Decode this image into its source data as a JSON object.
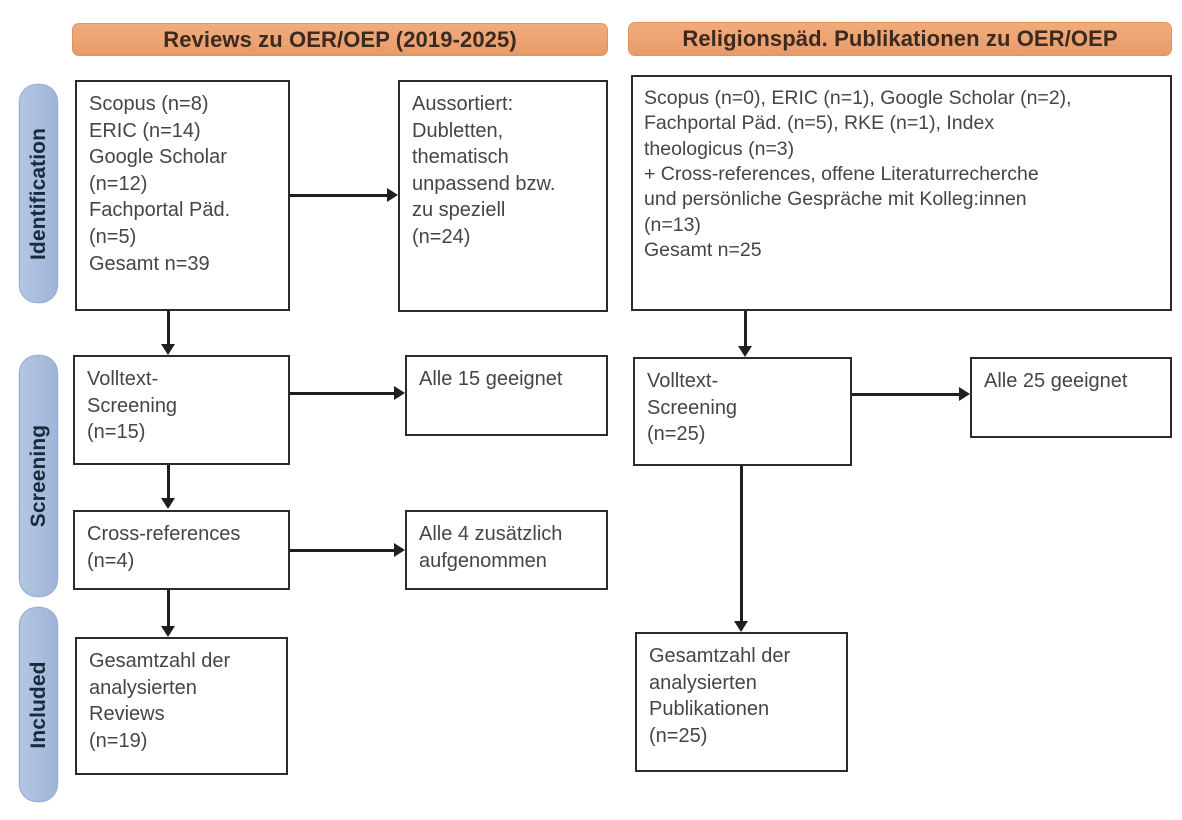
{
  "diagram": {
    "type": "prisma-flow-diagram",
    "colors": {
      "header_bar": "#eda373",
      "stage_badge": "#aabede",
      "box_border": "#2b2b2b",
      "connector": "#1f1f1f",
      "text": "#454545"
    }
  },
  "stages": [
    {
      "id": "identification",
      "label": "Identification"
    },
    {
      "id": "screening",
      "label": "Screening"
    },
    {
      "id": "included",
      "label": "Included"
    }
  ],
  "columns": [
    {
      "id": "left",
      "header": "Reviews zu OER/OEP (2019-2025)"
    },
    {
      "id": "right",
      "header": "Religionspäd. Publikationen zu OER/OEP"
    }
  ],
  "left_column": {
    "identification_box": {
      "lines": [
        "Scopus (n=8)",
        "ERIC (n=14)",
        "Google Scholar",
        "(n=12)",
        "Fachportal Päd.",
        "(n=5)",
        "Gesamt n=39"
      ]
    },
    "excluded_box": {
      "lines": [
        "Aussortiert:",
        "Dubletten,",
        "thematisch",
        "unpassend bzw.",
        "zu speziell",
        "(n=24)"
      ]
    },
    "screening_box": {
      "lines": [
        "Volltext-",
        "Screening",
        "(n=15)"
      ]
    },
    "screening_result_box": {
      "lines": [
        "Alle 15 geeignet"
      ]
    },
    "crossref_box": {
      "lines": [
        "Cross-references",
        "(n=4)"
      ]
    },
    "crossref_result_box": {
      "lines": [
        "Alle 4 zusätzlich",
        "aufgenommen"
      ]
    },
    "included_box": {
      "lines": [
        "Gesamtzahl der",
        "analysierten",
        "Reviews",
        "(n=19)"
      ]
    }
  },
  "right_column": {
    "identification_box": {
      "lines": [
        "Scopus (n=0), ERIC (n=1), Google Scholar (n=2),",
        "Fachportal Päd. (n=5), RKE (n=1), Index",
        "theologicus (n=3)",
        "+ Cross-references, offene Literaturrecherche",
        "und persönliche Gespräche mit Kolleg:innen",
        "(n=13)",
        "Gesamt n=25"
      ]
    },
    "screening_box": {
      "lines": [
        "Volltext-",
        "Screening",
        "(n=25)"
      ]
    },
    "screening_result_box": {
      "lines": [
        "Alle 25 geeignet"
      ]
    },
    "included_box": {
      "lines": [
        "Gesamtzahl der",
        "analysierten",
        "Publikationen",
        "(n=25)"
      ]
    }
  },
  "counts": {
    "left_scopus": 8,
    "left_eric": 14,
    "left_google_scholar": 12,
    "left_fachportal": 5,
    "left_total": 39,
    "left_excluded": 24,
    "left_screened": 15,
    "left_crossrefs": 4,
    "left_included": 19,
    "right_scopus": 0,
    "right_eric": 1,
    "right_google_scholar": 2,
    "right_fachportal": 5,
    "right_rke": 1,
    "right_index_theologicus": 3,
    "right_other_sources": 13,
    "right_total": 25,
    "right_screened": 25,
    "right_included": 25
  }
}
